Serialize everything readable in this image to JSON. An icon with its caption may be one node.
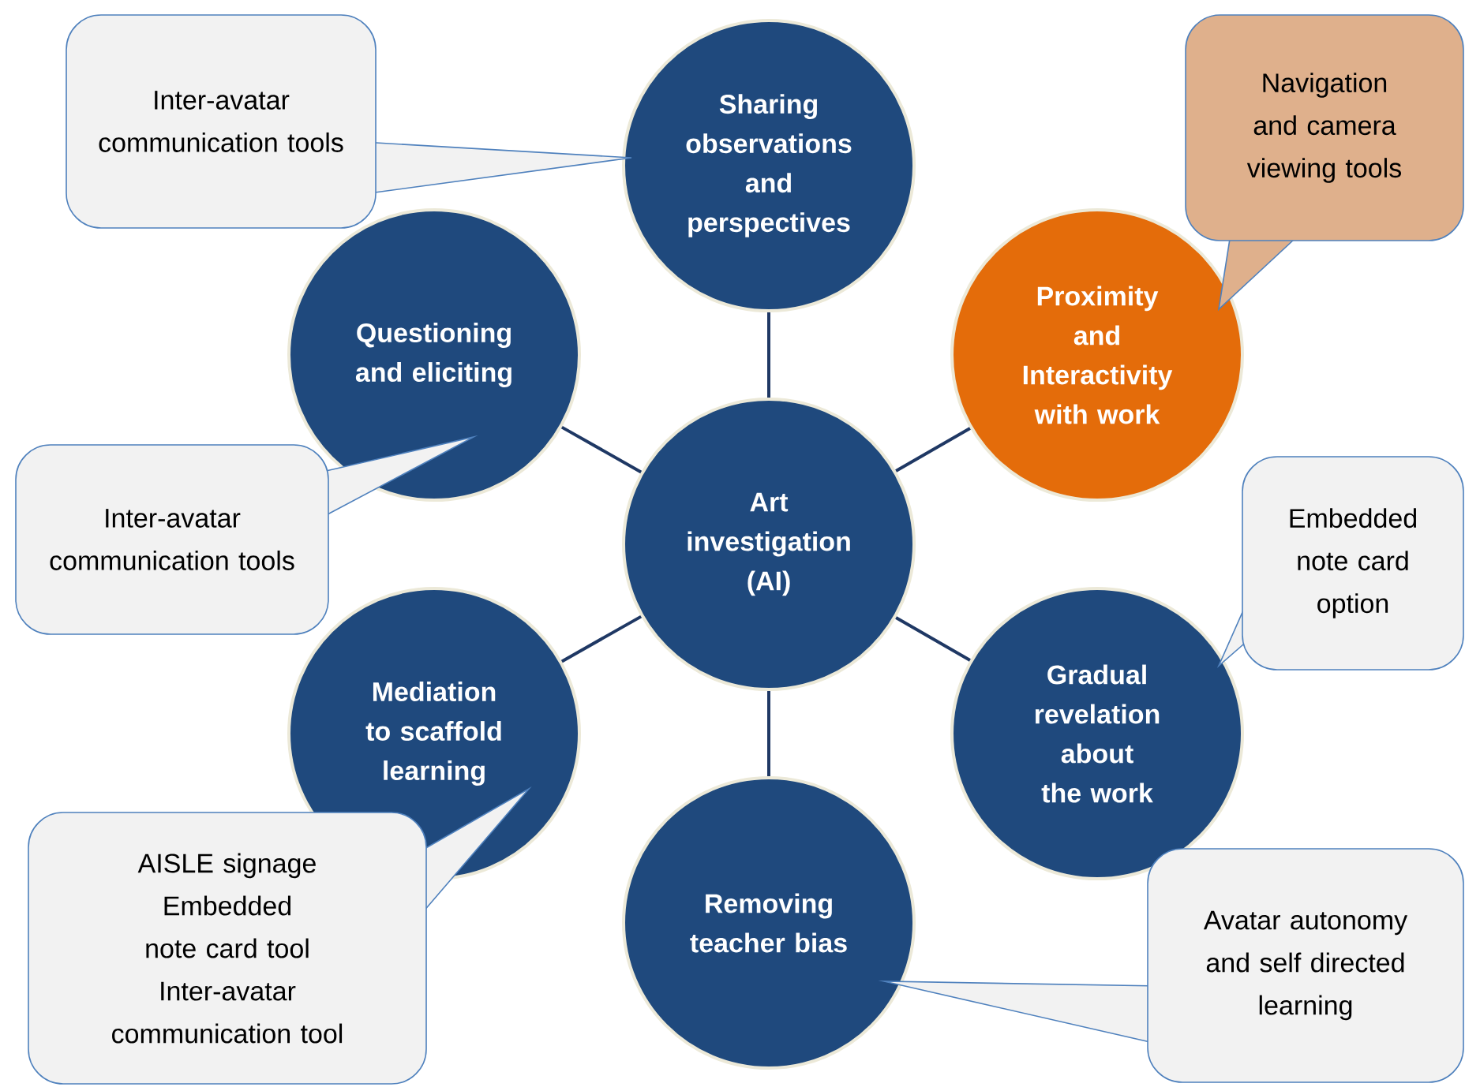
{
  "diagram": {
    "nodes": [
      {
        "text": [
          "Art investigation (AI)"
        ]
      },
      {
        "text": [
          "Sharing observations and perspectives"
        ]
      },
      {
        "text": [
          "Questioning and eliciting"
        ]
      },
      {
        "text": [
          "Proximity and Interactivity with work"
        ]
      },
      {
        "text": [
          "Mediation to scaffold learning"
        ]
      },
      {
        "text": [
          "Gradual revelation about the work"
        ]
      },
      {
        "text": [
          "Removing teacher bias"
        ]
      },
      {
        "text": [
          "Inter-avatar communication tools"
        ]
      },
      {
        "text": [
          "Navigation and camera viewing tools"
        ]
      },
      {
        "text": [
          "Inter-avatar communication tools"
        ]
      },
      {
        "text": [
          "Embedded note card option"
        ]
      },
      {
        "text": [
          "AISLE signage",
          "Embedded note card tool",
          "Inter-avatar communication tool"
        ]
      },
      {
        "text": [
          "Avatar autonomy and self directed learning"
        ]
      }
    ],
    "edges": [
      {
        "from": 0,
        "to": 1,
        "arrow": "none"
      },
      {
        "from": 0,
        "to": 2,
        "arrow": "none"
      },
      {
        "from": 0,
        "to": 3,
        "arrow": "none"
      },
      {
        "from": 0,
        "to": 4,
        "arrow": "none"
      },
      {
        "from": 0,
        "to": 5,
        "arrow": "none"
      },
      {
        "from": 0,
        "to": 6,
        "arrow": "none"
      }
    ]
  }
}
